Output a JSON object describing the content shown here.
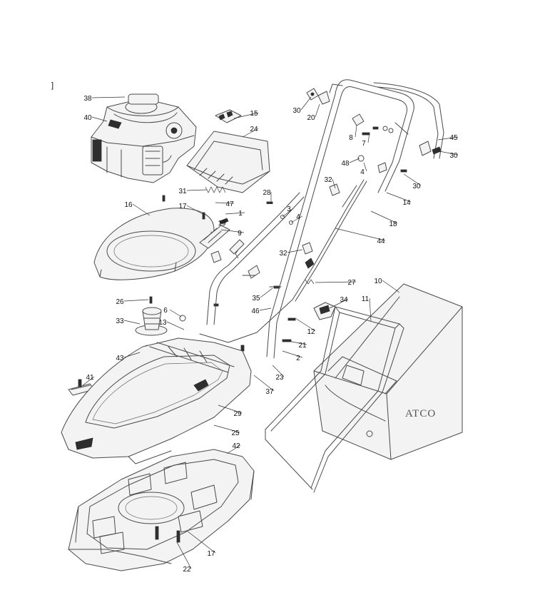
{
  "corner_mark": "]",
  "brand_logo_text": "ATCO",
  "callouts": [
    {
      "text": "38"
    },
    {
      "text": "40"
    },
    {
      "text": "15"
    },
    {
      "text": "24"
    },
    {
      "text": "30"
    },
    {
      "text": "20"
    },
    {
      "text": "8"
    },
    {
      "text": "7"
    },
    {
      "text": "45"
    },
    {
      "text": "30"
    },
    {
      "text": "48"
    },
    {
      "text": "4"
    },
    {
      "text": "32"
    },
    {
      "text": "30"
    },
    {
      "text": "14"
    },
    {
      "text": "31"
    },
    {
      "text": "28"
    },
    {
      "text": "47"
    },
    {
      "text": "16"
    },
    {
      "text": "17"
    },
    {
      "text": "1"
    },
    {
      "text": "3"
    },
    {
      "text": "4"
    },
    {
      "text": "19"
    },
    {
      "text": "18"
    },
    {
      "text": "9"
    },
    {
      "text": "44"
    },
    {
      "text": "32"
    },
    {
      "text": "27"
    },
    {
      "text": "10"
    },
    {
      "text": "26"
    },
    {
      "text": "35"
    },
    {
      "text": "34"
    },
    {
      "text": "11"
    },
    {
      "text": "6"
    },
    {
      "text": "33"
    },
    {
      "text": "46"
    },
    {
      "text": "13"
    },
    {
      "text": "12"
    },
    {
      "text": "21"
    },
    {
      "text": "43"
    },
    {
      "text": "2"
    },
    {
      "text": "23"
    },
    {
      "text": "41"
    },
    {
      "text": "37"
    },
    {
      "text": "29"
    },
    {
      "text": "25"
    },
    {
      "text": "42"
    },
    {
      "text": "17"
    },
    {
      "text": "22"
    }
  ]
}
